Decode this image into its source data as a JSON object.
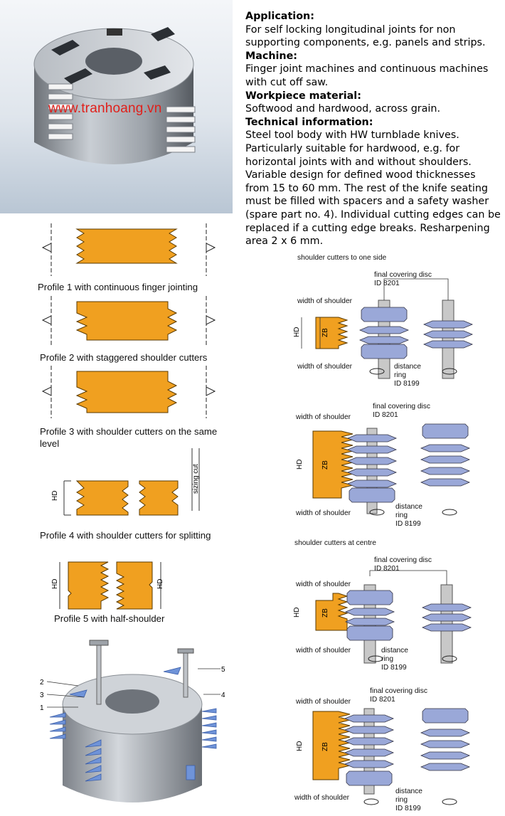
{
  "watermark": "www.tranhoang.vn",
  "info": {
    "application_heading": "Application:",
    "application_text": "For self locking longitudinal joints for non supporting components, e.g. panels and strips.",
    "machine_heading": "Machine:",
    "machine_text": "Finger joint machines and continuous machines with cut off saw.",
    "workpiece_heading": "Workpiece material:",
    "workpiece_text": "Softwood and hardwood, across grain.",
    "technical_heading": "Technical information:",
    "technical_text": "Steel tool body with HW turnblade knives. Particularly suitable for hardwood, e.g. for horizontal joints with and without shoulders. Variable design for defined wood thicknesses from 15 to 60 mm. The rest of the knife seating must be filled with spacers and a safety washer (spare part no. 4). Individual cutting edges can be replaced if a cutting edge breaks. Resharpening area 2 x 6 mm."
  },
  "profiles": {
    "p1": "Profile 1 with continuous finger jointing",
    "p2": "Profile 2 with staggered shoulder cutters",
    "p3": "Profile 3 with shoulder cutters on the same level",
    "p4": "Profile 4 with shoulder cutters for splitting",
    "p5": "Profile 5 with half-shoulder",
    "hd": "HD",
    "sizing_cut": "sizing cut"
  },
  "diagrams": {
    "section_one_side": "shoulder cutters to one side",
    "section_centre": "shoulder cutters at centre",
    "final_covering_disc": "final covering disc",
    "id_8201": "ID 8201",
    "width_of_shoulder": "width of shoulder",
    "distance": "distance",
    "ring": "ring",
    "id_8199": "ID 8199",
    "hd": "HD",
    "zb": "ZB"
  },
  "parts": [
    "1",
    "2",
    "3",
    "4",
    "5"
  ],
  "colors": {
    "wood": "#f0a020",
    "disc": "#9aa8d8",
    "ring": "#c8c8c8",
    "watermark": "#e0201b"
  }
}
